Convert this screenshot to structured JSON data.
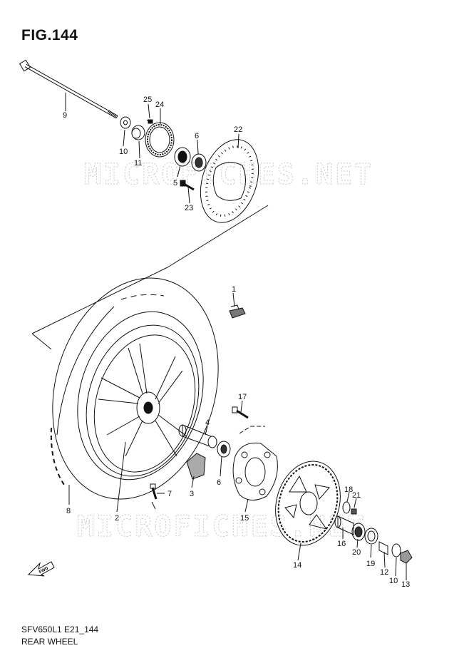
{
  "figure": {
    "title": "FIG.144",
    "model_code": "SFV650L1 E21_144",
    "assembly_name": "REAR WHEEL"
  },
  "watermark": "MICROFICHES.NET",
  "fwd_label": "FWD",
  "parts": [
    {
      "id": "p1",
      "number": "1"
    },
    {
      "id": "p2",
      "number": "2"
    },
    {
      "id": "p3",
      "number": "3"
    },
    {
      "id": "p4",
      "number": "4"
    },
    {
      "id": "p5",
      "number": "5"
    },
    {
      "id": "p6a",
      "number": "6"
    },
    {
      "id": "p6b",
      "number": "6"
    },
    {
      "id": "p7",
      "number": "7"
    },
    {
      "id": "p8",
      "number": "8"
    },
    {
      "id": "p9",
      "number": "9"
    },
    {
      "id": "p10a",
      "number": "10"
    },
    {
      "id": "p10b",
      "number": "10"
    },
    {
      "id": "p11",
      "number": "11"
    },
    {
      "id": "p12",
      "number": "12"
    },
    {
      "id": "p13",
      "number": "13"
    },
    {
      "id": "p14",
      "number": "14"
    },
    {
      "id": "p15",
      "number": "15"
    },
    {
      "id": "p16",
      "number": "16"
    },
    {
      "id": "p17",
      "number": "17"
    },
    {
      "id": "p18",
      "number": "18"
    },
    {
      "id": "p19",
      "number": "19"
    },
    {
      "id": "p20",
      "number": "20"
    },
    {
      "id": "p21",
      "number": "21"
    },
    {
      "id": "p22",
      "number": "22"
    },
    {
      "id": "p23",
      "number": "23"
    },
    {
      "id": "p24",
      "number": "24"
    },
    {
      "id": "p25",
      "number": "25"
    }
  ]
}
